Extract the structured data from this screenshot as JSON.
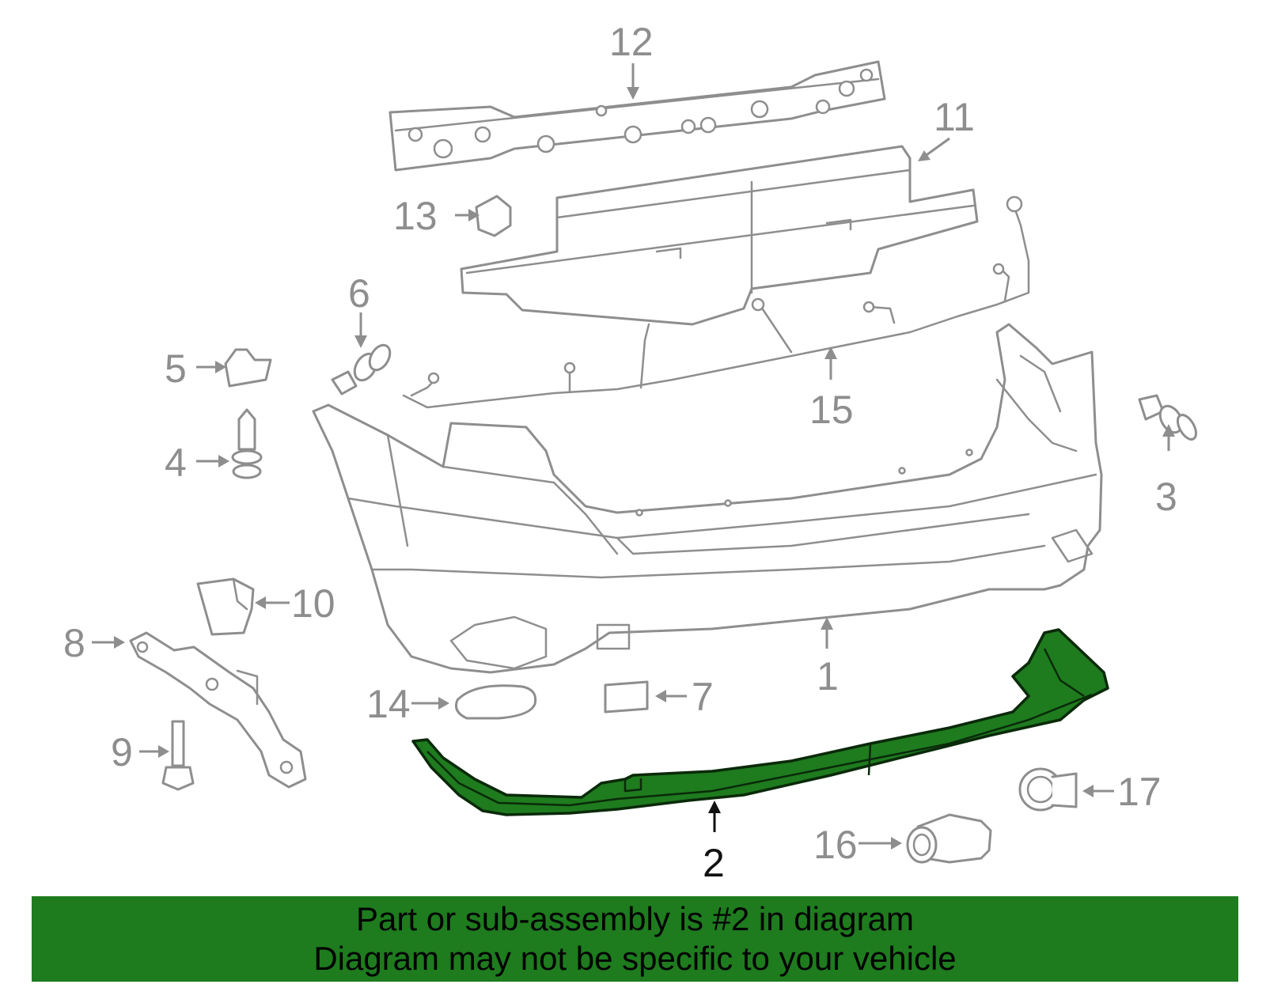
{
  "diagram": {
    "highlight_color": "#1e7b1e",
    "line_color": "#8e8e8e",
    "highlighted_callout": "2",
    "callouts": [
      {
        "id": "c1",
        "label": "1"
      },
      {
        "id": "c2",
        "label": "2"
      },
      {
        "id": "c3",
        "label": "3"
      },
      {
        "id": "c4",
        "label": "4"
      },
      {
        "id": "c5",
        "label": "5"
      },
      {
        "id": "c6",
        "label": "6"
      },
      {
        "id": "c7",
        "label": "7"
      },
      {
        "id": "c8",
        "label": "8"
      },
      {
        "id": "c9",
        "label": "9"
      },
      {
        "id": "c10",
        "label": "10"
      },
      {
        "id": "c11",
        "label": "11"
      },
      {
        "id": "c12",
        "label": "12"
      },
      {
        "id": "c13",
        "label": "13"
      },
      {
        "id": "c14",
        "label": "14"
      },
      {
        "id": "c15",
        "label": "15"
      },
      {
        "id": "c16",
        "label": "16"
      },
      {
        "id": "c17",
        "label": "17"
      }
    ]
  },
  "banner": {
    "line1": "Part or sub-assembly is #2 in diagram",
    "line2": "Diagram may not be specific to your vehicle"
  }
}
